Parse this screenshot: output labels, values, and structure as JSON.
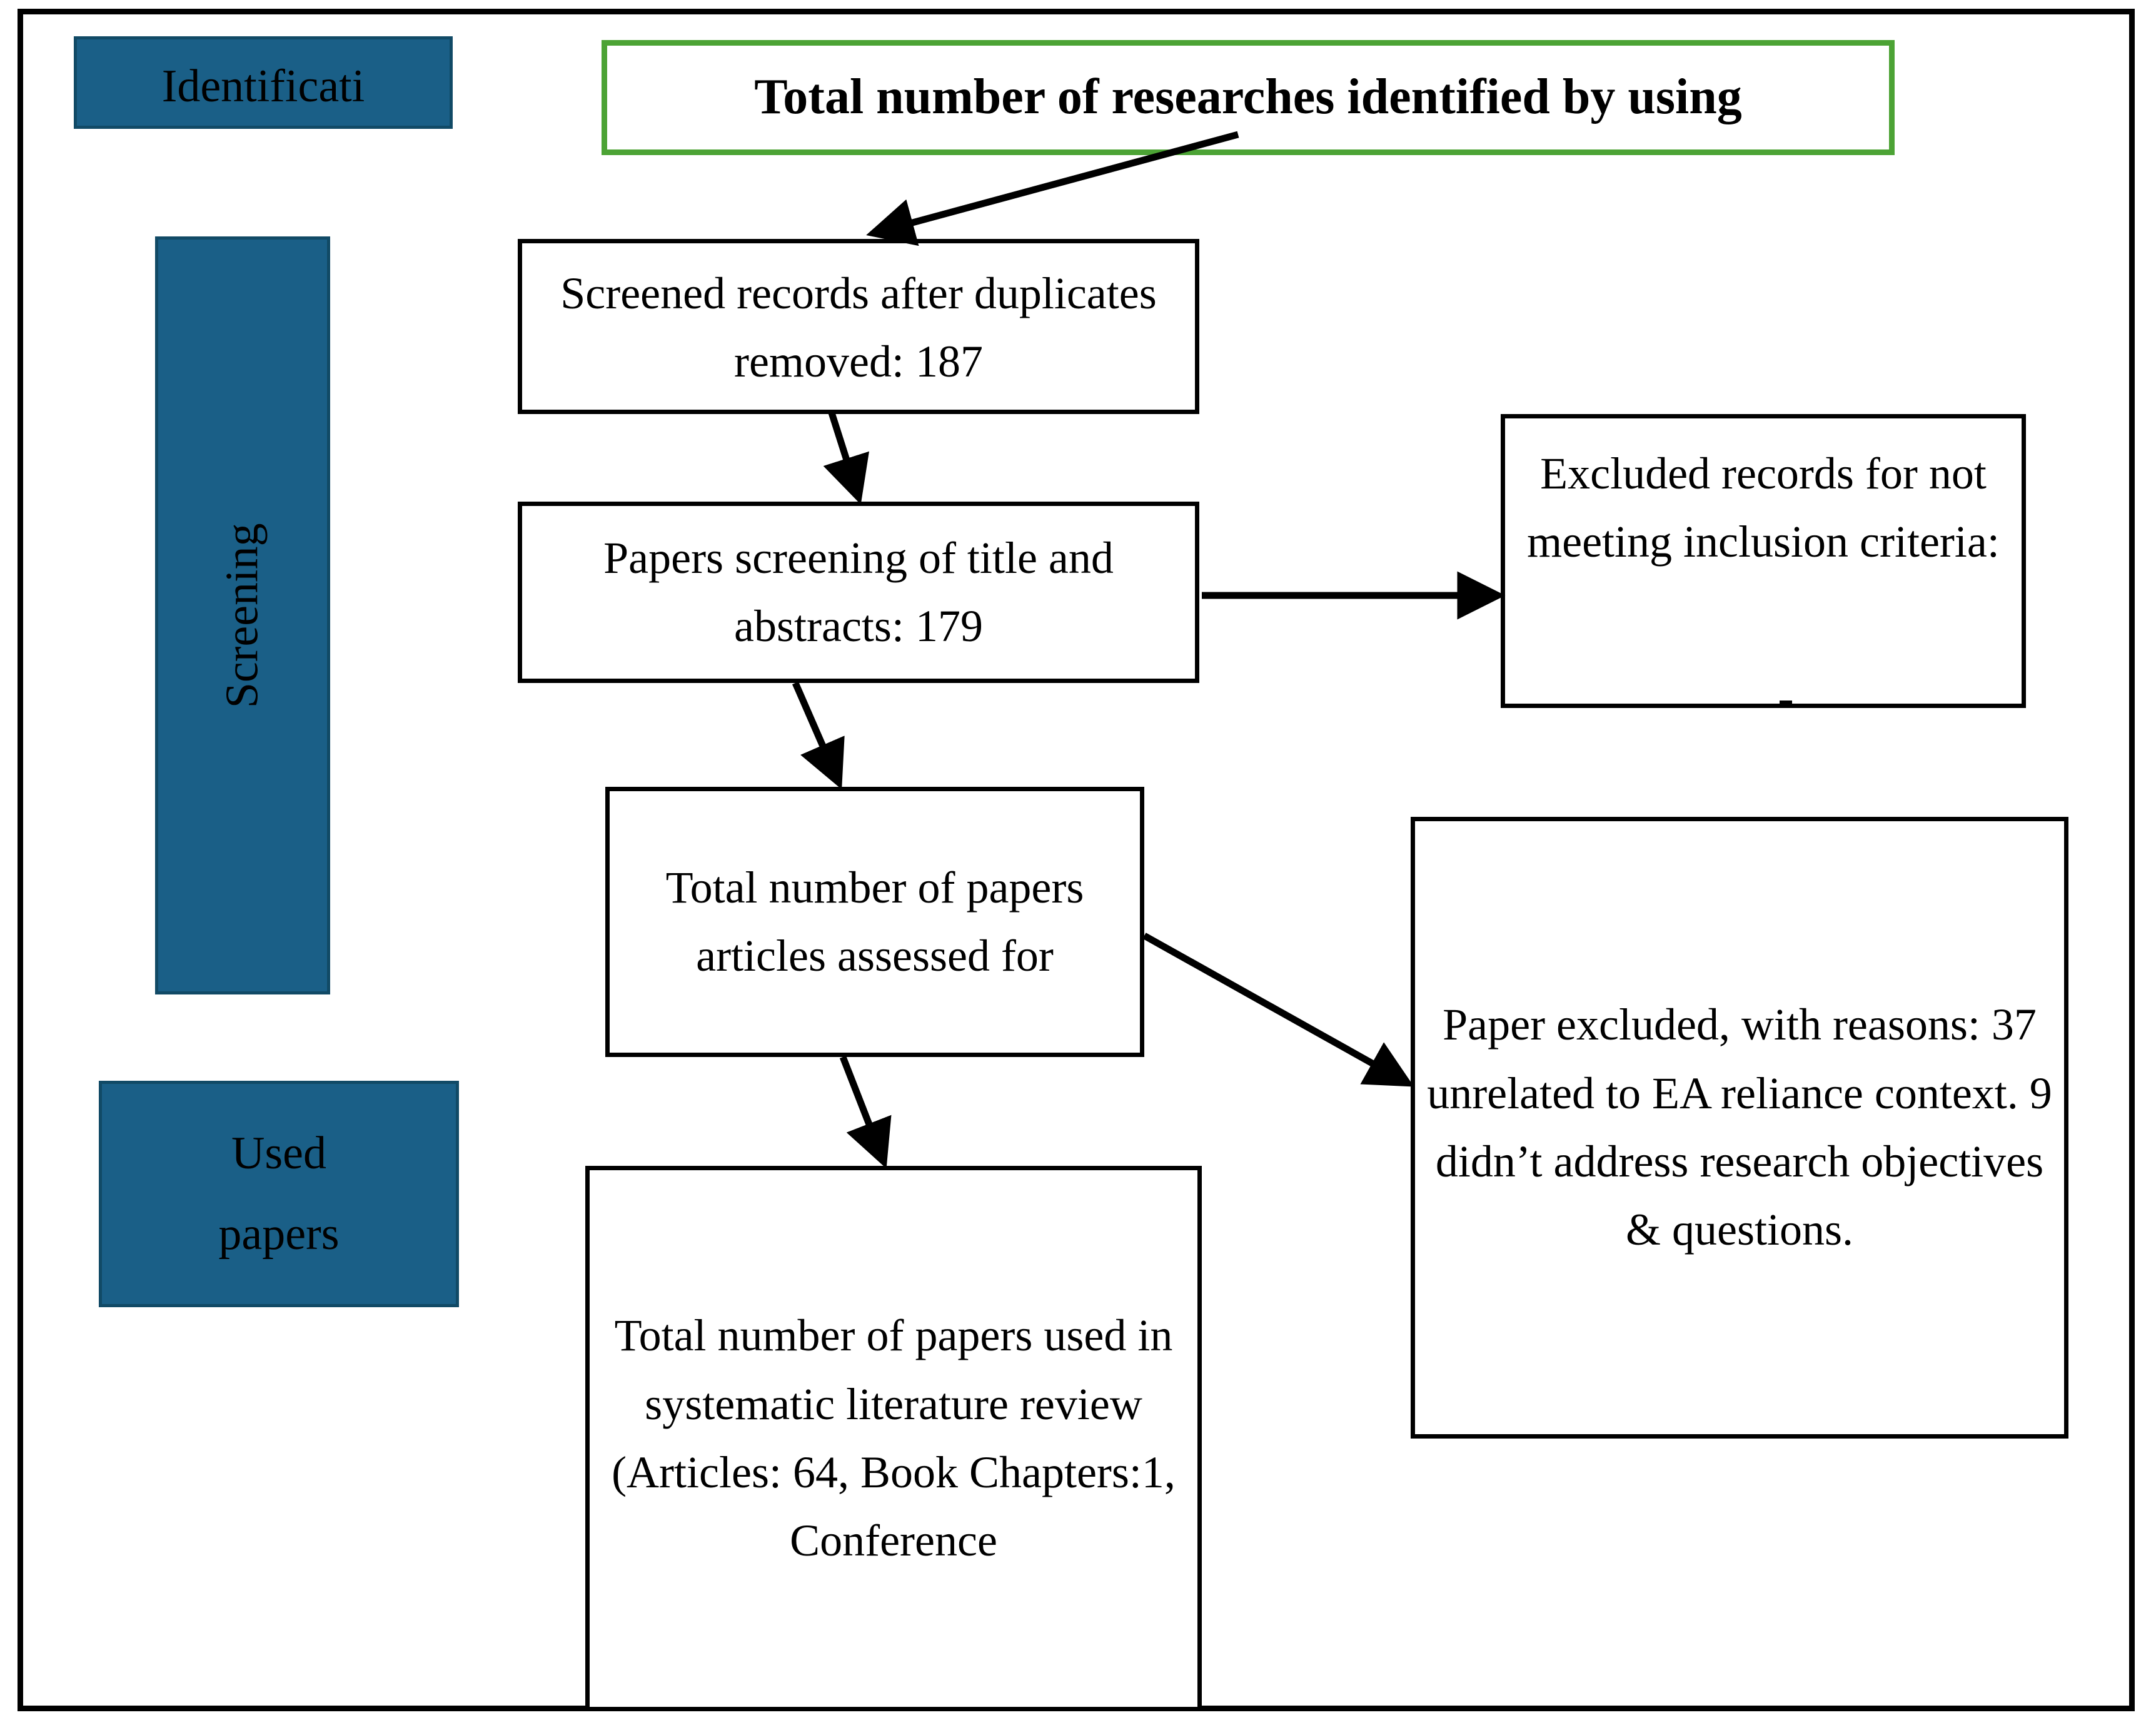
{
  "figure": {
    "type": "prisma-flow-diagram",
    "colors": {
      "stage_fill": "#1A5F87",
      "stage_border": "#114A66",
      "header_border_green": "#4CA335",
      "box_border": "#000000",
      "frame_border": "#000000",
      "background": "#FFFFFF"
    }
  },
  "stages": [
    {
      "key": "identification",
      "label": "Identificati",
      "orientation": "horizontal",
      "clipped": true
    },
    {
      "key": "screening",
      "label": "Screening",
      "orientation": "vertical",
      "clipped": false
    },
    {
      "key": "used_papers",
      "label": "Used\npapers",
      "orientation": "horizontal",
      "clipped": false
    }
  ],
  "boxes": {
    "identified": {
      "text": "Total number of researches identified by using",
      "bold": true,
      "border_color": "#4CA335"
    },
    "screened": {
      "text": "Screened records after duplicates removed: 187",
      "count": 187
    },
    "title_abstract": {
      "text": "Papers screening of title and abstracts: 179",
      "count": 179
    },
    "excluded_records": {
      "text": "Excluded records for not meeting inclusion criteria:"
    },
    "assessed": {
      "text": "Total number of papers articles assessed for"
    },
    "paper_excluded": {
      "text": "Paper excluded, with reasons: 37 unrelated to EA reliance context. 9 didn’t address research objectives & questions.",
      "reason_unrelated_count": 37,
      "reason_not_addressing_count": 9
    },
    "used_papers": {
      "text": "Total number of papers used in systematic literature review (Articles: 64, Book Chapters:1, Conference",
      "articles": 64,
      "book_chapters": 1
    }
  },
  "connectors": [
    {
      "from": "identified",
      "to": "screened",
      "style": "diagonal-arrow"
    },
    {
      "from": "screened",
      "to": "title_abstract",
      "style": "vertical-arrow"
    },
    {
      "from": "title_abstract",
      "to": "excluded_records",
      "style": "horizontal-arrow"
    },
    {
      "from": "title_abstract",
      "to": "assessed",
      "style": "vertical-arrow"
    },
    {
      "from": "assessed",
      "to": "paper_excluded",
      "style": "diagonal-arrow"
    },
    {
      "from": "assessed",
      "to": "used_papers",
      "style": "vertical-arrow"
    }
  ]
}
